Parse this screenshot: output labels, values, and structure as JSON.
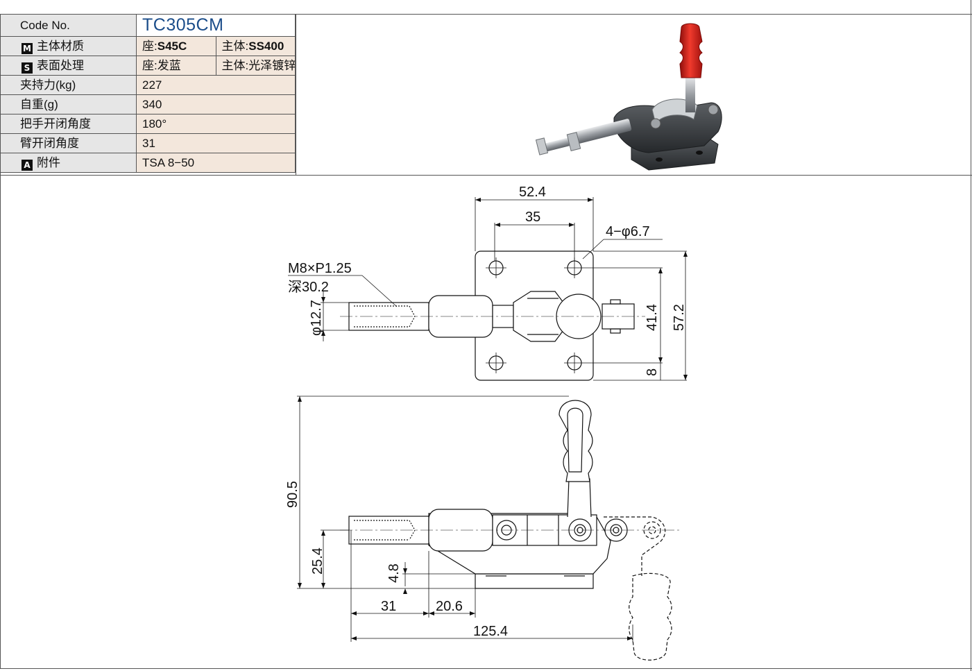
{
  "spec": {
    "code_label": "Code No.",
    "code_value": "TC305CM",
    "material_tag": "M",
    "material_label": "主体材质",
    "material_base_prefix": "座:",
    "material_base_value": "S45C",
    "material_body_prefix": "主体:",
    "material_body_value": "SS400",
    "surface_tag": "S",
    "surface_label": "表面处理",
    "surface_base": "座:发蓝",
    "surface_body": "主体:光泽镀锌",
    "clamp_force_label": "夹持力(kg)",
    "clamp_force_value": "227",
    "weight_label": "自重(g)",
    "weight_value": "340",
    "handle_angle_label": "把手开闭角度",
    "handle_angle_value": "180°",
    "arm_angle_label": "臂开闭角度",
    "arm_angle_value": "31",
    "accessory_tag": "A",
    "accessory_label": "附件",
    "accessory_value": "TSA 8−50"
  },
  "drawing": {
    "top_view": {
      "dim_width": "52.4",
      "dim_hole_spacing": "35",
      "dim_holes": "4−φ6.7",
      "dim_thread": "M8×P1.25",
      "dim_thread_depth": "深30.2",
      "dim_plunger_dia": "φ12.7",
      "dim_hole_vertical": "41.4",
      "dim_height": "57.2",
      "dim_edge": "8"
    },
    "side_view": {
      "dim_total_height": "90.5",
      "dim_axis_height": "25.4",
      "dim_base_thickness": "4.8",
      "dim_plunger_len": "31",
      "dim_offset": "20.6",
      "dim_total_len": "125.4"
    }
  },
  "colors": {
    "code_value": "#1b4d8a",
    "label_bg": "#e6e6e6",
    "value_bg": "#f3e7dc",
    "handle_grip": "#d8231c",
    "body": "#3a3d40"
  }
}
